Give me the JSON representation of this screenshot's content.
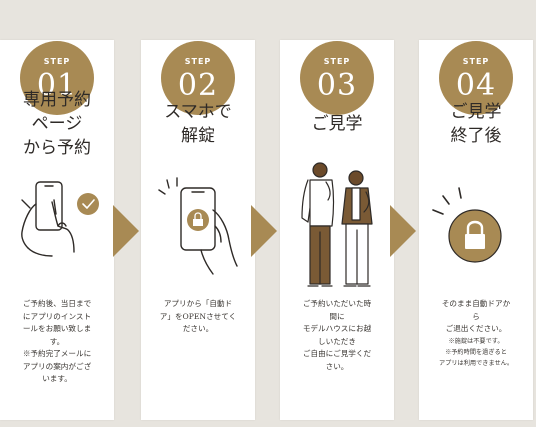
{
  "step_label": "STEP",
  "colors": {
    "accent": "#a88a54",
    "background": "#e7e4de",
    "card": "#ffffff",
    "text": "#3a3632"
  },
  "steps": [
    {
      "number": "01",
      "title_lines": [
        "専用予約",
        "ページ",
        "から予約"
      ],
      "desc_lines": [
        "ご予約後、当日まで",
        "にアプリのインスト",
        "ールをお願い致しま",
        "す。",
        "※予約完了メールに",
        "アプリの案内がござ",
        "います。"
      ],
      "icon": "phone-tap-check-icon"
    },
    {
      "number": "02",
      "title_lines": [
        "スマホで",
        "解錠"
      ],
      "desc_lines": [
        "アプリから「自動ド",
        "ア」をOPENさせてく",
        "ださい。"
      ],
      "icon": "phone-unlock-icon"
    },
    {
      "number": "03",
      "title_lines": [
        "ご見学"
      ],
      "desc_lines": [
        "ご予約いただいた時",
        "間に",
        "モデルハウスにお越",
        "しいただき",
        "ご自由にご見学くだ",
        "さい。"
      ],
      "icon": "couple-visitors-icon"
    },
    {
      "number": "04",
      "title_lines": [
        "ご見学",
        "終了後"
      ],
      "desc_lines": [
        "そのまま自動ドアか",
        "ら",
        "ご退出ください。"
      ],
      "small_lines": [
        "※施錠は不要です。",
        "※予約時間を過ぎると",
        "アプリは利用できません。"
      ],
      "icon": "padlock-icon"
    }
  ]
}
